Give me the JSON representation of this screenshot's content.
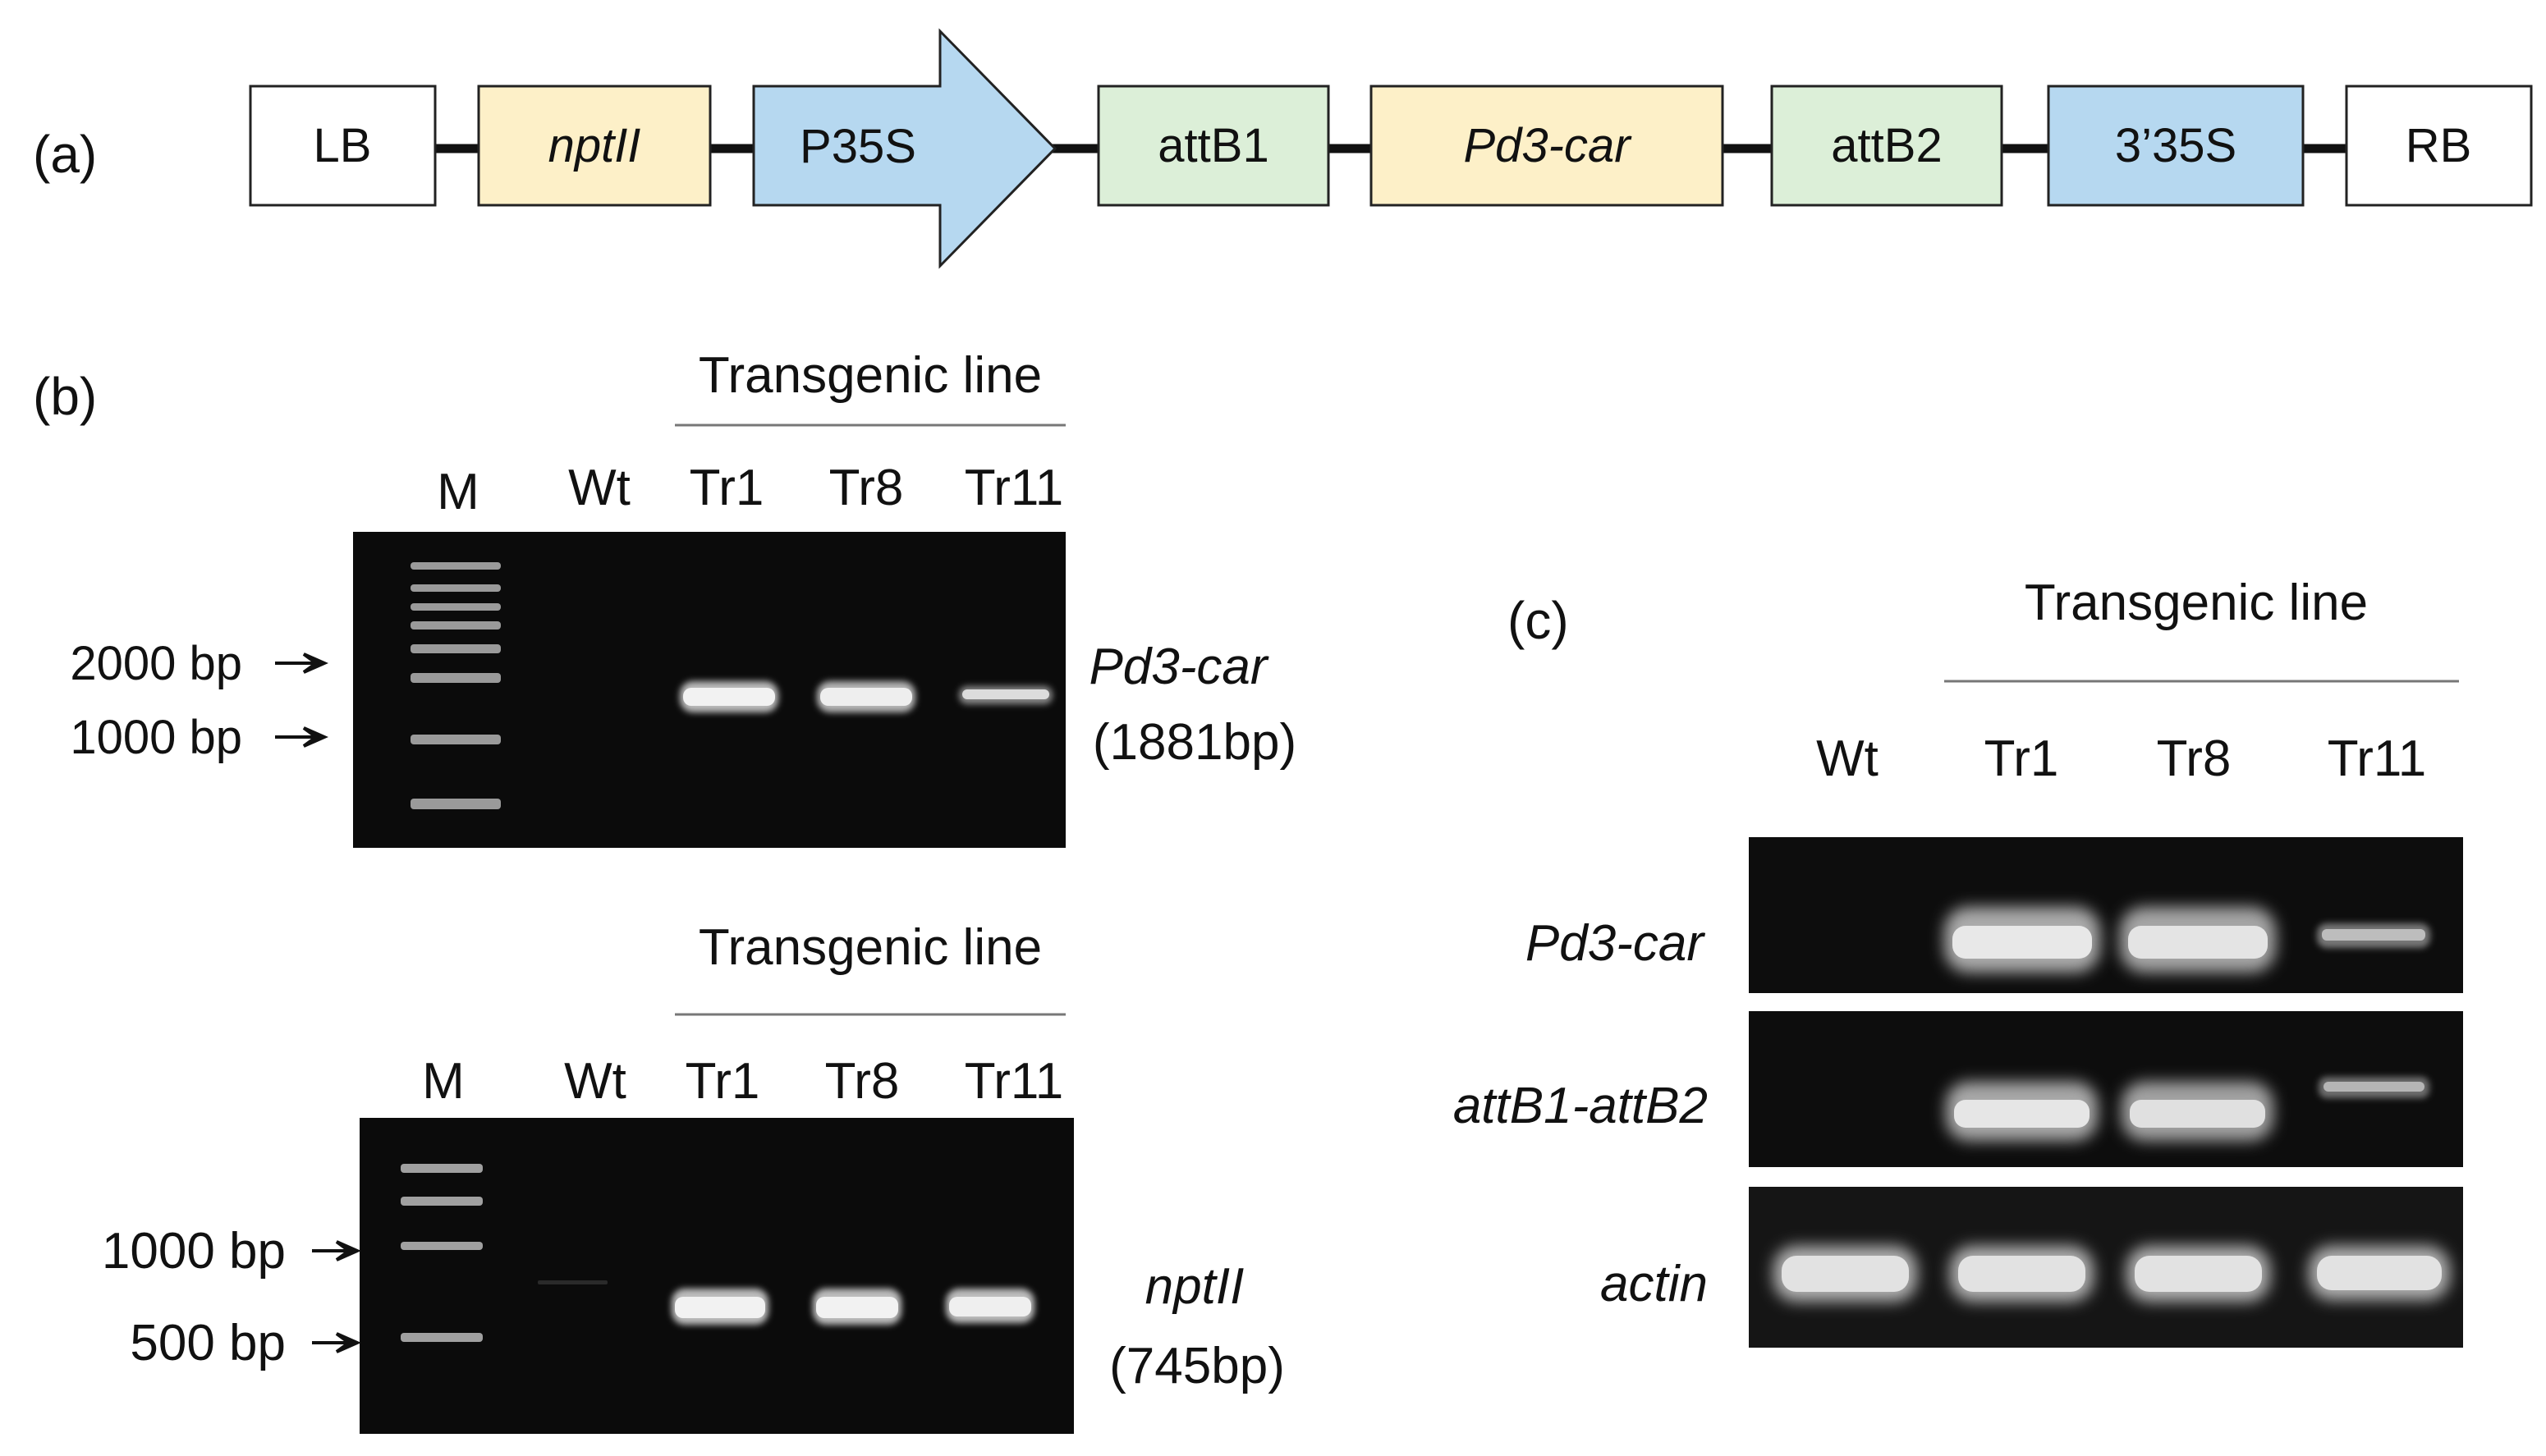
{
  "colors": {
    "white_box": "#ffffff",
    "yellow_box": "#fdf0c8",
    "blue_box": "#b6d8f0",
    "green_box": "#dcefd8",
    "gel_bg": "#0b0b0b",
    "band": "#eeeeee",
    "outline": "#222222"
  },
  "panel_a": {
    "label": "(a)",
    "elements": [
      {
        "name": "LB",
        "color": "white",
        "italic": false
      },
      {
        "name": "nptII",
        "color": "yellow",
        "italic": true
      },
      {
        "name": "P35S",
        "color": "blue",
        "italic": false,
        "shape": "arrow"
      },
      {
        "name": "attB1",
        "color": "green",
        "italic": false
      },
      {
        "name": "Pd3-car",
        "color": "yellow",
        "italic": true
      },
      {
        "name": "attB2",
        "color": "green",
        "italic": false
      },
      {
        "name": "3’35S",
        "color": "blue",
        "italic": false
      },
      {
        "name": "RB",
        "color": "white",
        "italic": false
      }
    ]
  },
  "panel_b": {
    "label": "(b)",
    "gels": [
      {
        "group_header": "Transgenic line",
        "lanes": [
          "M",
          "Wt",
          "Tr1",
          "Tr8",
          "Tr11"
        ],
        "markers": [
          "2000 bp",
          "1000 bp"
        ],
        "product_name": "Pd3-car",
        "product_size": "(1881bp)",
        "band_intensity": {
          "Wt": 0,
          "Tr1": 1.0,
          "Tr8": 0.95,
          "Tr11": 0.6
        }
      },
      {
        "group_header": "Transgenic line",
        "lanes": [
          "M",
          "Wt",
          "Tr1",
          "Tr8",
          "Tr11"
        ],
        "markers": [
          "1000 bp",
          "500 bp"
        ],
        "product_name": "nptII",
        "product_size": "(745bp)",
        "band_intensity": {
          "Wt": 0.05,
          "Tr1": 1.0,
          "Tr8": 1.0,
          "Tr11": 1.0
        }
      }
    ]
  },
  "panel_c": {
    "label": "(c)",
    "group_header": "Transgenic line",
    "lanes": [
      "Wt",
      "Tr1",
      "Tr8",
      "Tr11"
    ],
    "rows": [
      {
        "name": "Pd3-car",
        "band_intensity": {
          "Wt": 0,
          "Tr1": 1.0,
          "Tr8": 1.0,
          "Tr11": 0.45
        }
      },
      {
        "name": "attB1-attB2",
        "band_intensity": {
          "Wt": 0,
          "Tr1": 1.0,
          "Tr8": 0.95,
          "Tr11": 0.4
        }
      },
      {
        "name": "actin",
        "band_intensity": {
          "Wt": 1.0,
          "Tr1": 1.0,
          "Tr8": 1.0,
          "Tr11": 1.0
        }
      }
    ]
  }
}
